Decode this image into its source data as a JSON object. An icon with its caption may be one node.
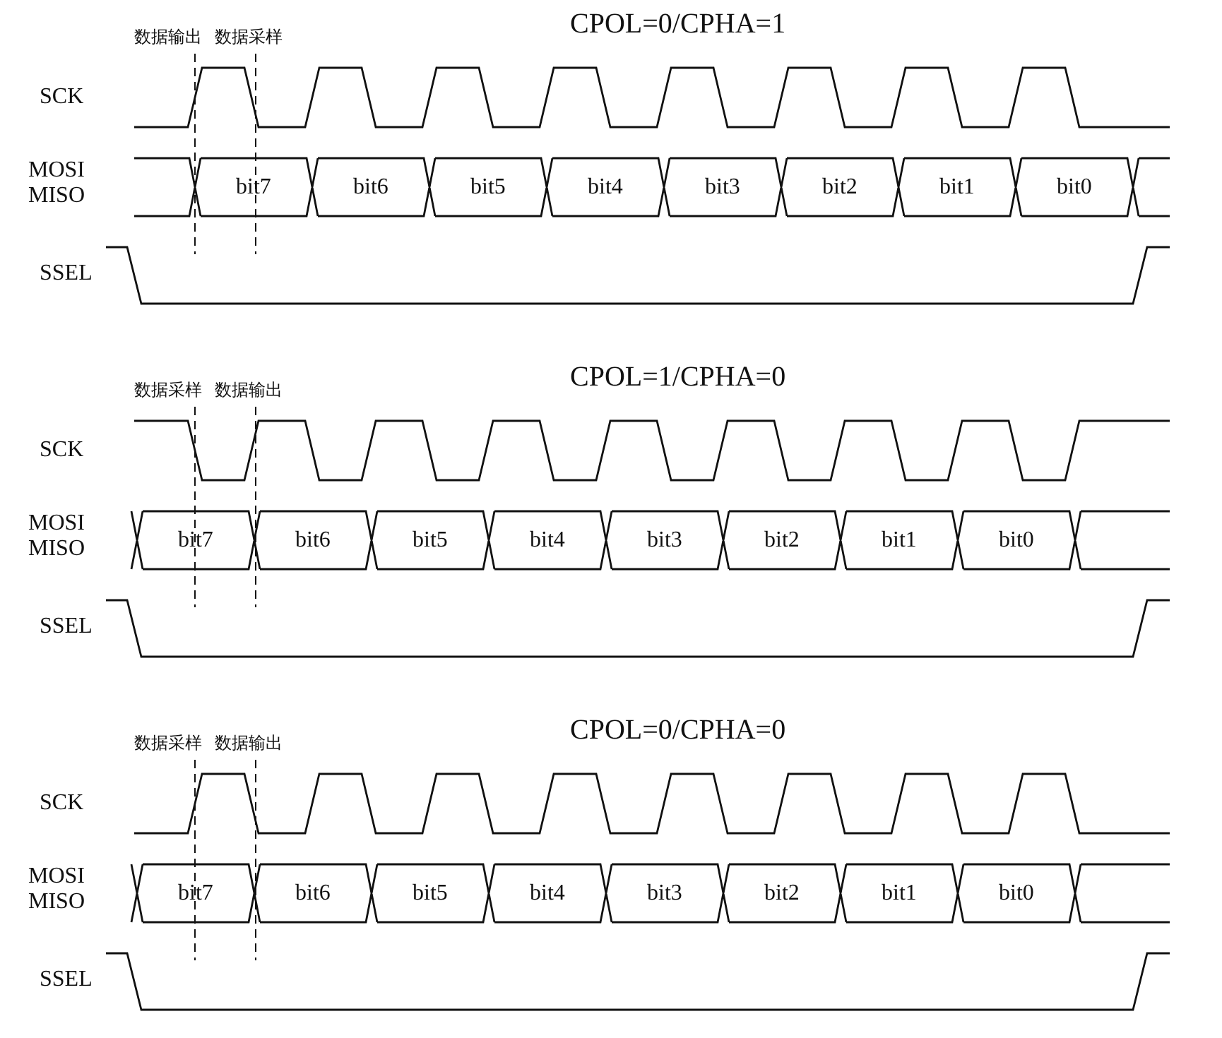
{
  "diagram": {
    "labels": [
      "数据输出",
      "数据采样",
      "CPOL=0/CPHA=1",
      "SCK",
      "MOSI MISO",
      "bit7",
      "bit6",
      "bit5",
      "bit4",
      "bit3",
      "bit2",
      "bit1",
      "bit0",
      "SSEL",
      "数据采样",
      "数据输出",
      "CPOL=1/CPHA=0",
      "SCK",
      "MOSI MISO",
      "bit7",
      "bit6",
      "bit5",
      "bit4",
      "bit3",
      "bit2",
      "bit1",
      "bit0",
      "SSEL",
      "数据采样",
      "数据输出",
      "CPOL=0/CPHA=0",
      "SCK",
      "MOSI MISO",
      "bit7",
      "bit6",
      "bit5",
      "bit4",
      "bit3",
      "bit2",
      "bit1",
      "bit0",
      "SSEL"
    ]
  }
}
